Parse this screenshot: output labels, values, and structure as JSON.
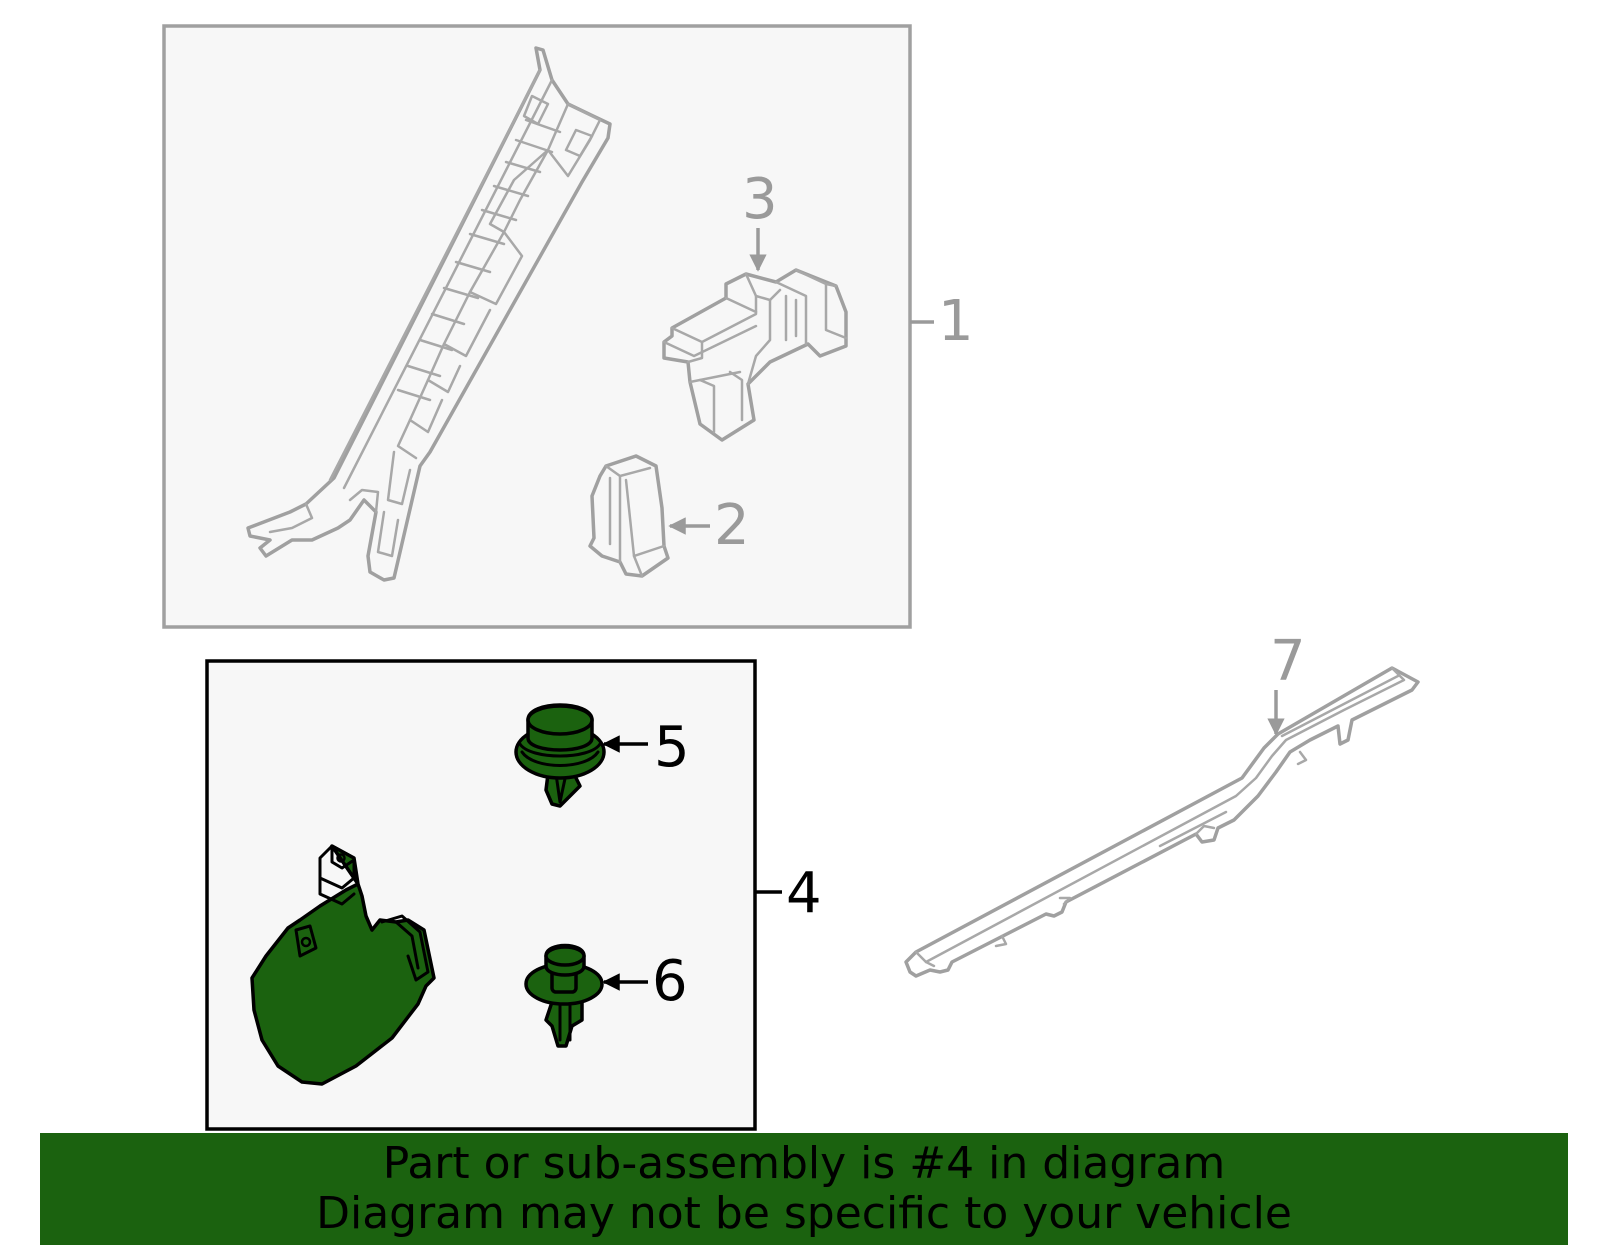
{
  "diagram": {
    "callouts": {
      "c1": "1",
      "c2": "2",
      "c3": "3",
      "c4": "4",
      "c5": "5",
      "c6": "6",
      "c7": "7"
    },
    "highlighted_part": "4",
    "colors": {
      "highlight_fill": "#1b620f",
      "inactive_line": "#a0a0a0",
      "active_line": "#000000",
      "panel_fill": "#f7f7f7"
    }
  },
  "banner": {
    "line1": "Part or sub-assembly is #4 in diagram",
    "line2": "Diagram may not be specific to your vehicle",
    "color": "#1b620f"
  }
}
